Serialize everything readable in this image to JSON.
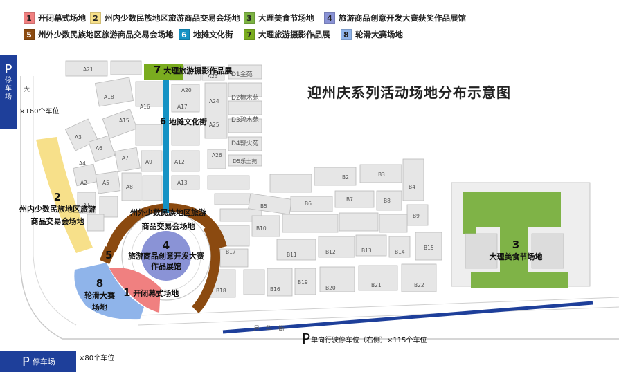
{
  "title": "迎州庆系列活动场地分布示意图",
  "legend": [
    {
      "num": "1",
      "label": "开闭幕式场地",
      "color": "#f08080"
    },
    {
      "num": "2",
      "label": "州内少数民族地区旅游商品交易会场地",
      "color": "#f7e08a"
    },
    {
      "num": "3",
      "label": "大理美食节场地",
      "color": "#7cb342"
    },
    {
      "num": "4",
      "label": "旅游商品创意开发大赛获奖作品展馆",
      "color": "#8a93d6"
    },
    {
      "num": "5",
      "label": "州外少数民族地区旅游商品交易会场地",
      "color": "#8b4a10"
    },
    {
      "num": "6",
      "label": "地摊文化街",
      "color": "#1592c4"
    },
    {
      "num": "7",
      "label": "大理旅游摄影作品展",
      "color": "#7aac1f"
    },
    {
      "num": "8",
      "label": "轮滑大赛场地",
      "color": "#8fb4ea"
    }
  ],
  "venues": {
    "v1": {
      "num": "1",
      "text": "开闭幕式场地"
    },
    "v2": {
      "num": "2",
      "line1": "州内少数民族地区旅游",
      "line2": "商品交易会场地"
    },
    "v3": {
      "num": "3",
      "text": "大理美食节场地"
    },
    "v4": {
      "num": "4",
      "line1": "旅游商品创意开发大赛",
      "line2": "作品展馆"
    },
    "v5": {
      "num": "5",
      "line1": "州外少数民族地区旅游",
      "line2": "商品交易会场地"
    },
    "v6": {
      "num": "6",
      "text": "地摊文化街"
    },
    "v7": {
      "num": "7",
      "text": "大理旅游摄影作品展"
    },
    "v8": {
      "num": "8",
      "line1": "轮滑大赛",
      "line2": "场地"
    }
  },
  "parking": {
    "left": {
      "p": "P",
      "label": "停车场",
      "count": "×160个车位"
    },
    "bottom": {
      "p": "P",
      "label": "停车场",
      "count": "×80个车位"
    },
    "street": {
      "p": "P",
      "label": "单向行驶停车位（右侧）×115个车位"
    }
  },
  "streets": {
    "river": "月 华 街",
    "left_char": "大"
  },
  "blocks": {
    "a": [
      "A21",
      "A18",
      "A16",
      "A17",
      "A20",
      "A15",
      "A23",
      "A24",
      "A25",
      "A3",
      "A6",
      "A4",
      "A7",
      "A2",
      "A5",
      "A8",
      "A1",
      "A9",
      "A12",
      "A13",
      "A26"
    ],
    "b": [
      "B2",
      "B3",
      "B4",
      "B5",
      "B6",
      "B7",
      "B8",
      "B9",
      "B10",
      "B11",
      "B12",
      "B13",
      "B14",
      "B15",
      "B16",
      "B17",
      "B18",
      "B19",
      "B20",
      "B21",
      "B22"
    ],
    "d": [
      "D1金苑",
      "D2檀木苑",
      "D3碧水苑",
      "D4薪火苑",
      "D5乐土苑"
    ]
  }
}
